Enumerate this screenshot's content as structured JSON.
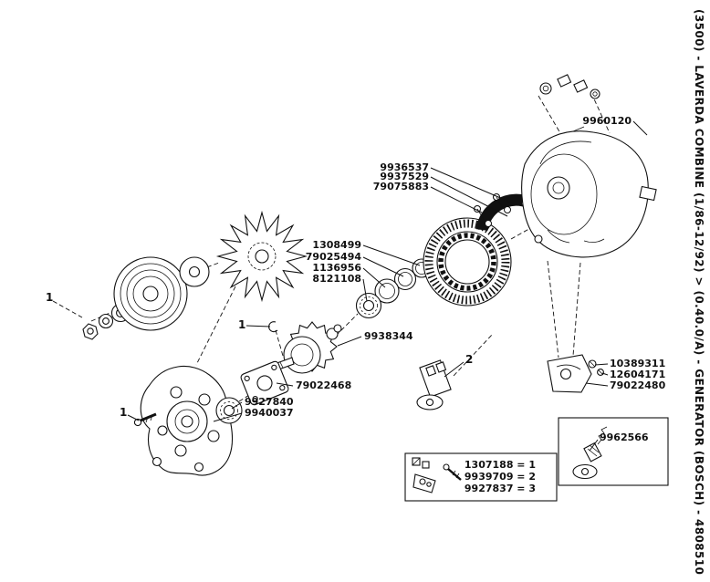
{
  "page": {
    "side_text": "(3500) - LAVERDA COMBINE (1/86-12/92) > (0.40.0/A) - GENERATOR (BOSCH) - 4808510"
  },
  "callouts": {
    "n9960120": "9960120",
    "n9936537": "9936537",
    "n9937529": "9937529",
    "n79075883": "79075883",
    "n1308499": "1308499",
    "n79025494": "79025494",
    "n1136956": "1136956",
    "n8121108": "8121108",
    "n9938344": "9938344",
    "n79022468": "79022468",
    "n9927840": "9927840",
    "n9940037": "9940037",
    "n10389311": "10389311",
    "n12604171": "12604171",
    "n79022480": "79022480",
    "n9962566": "9962566"
  },
  "refs": {
    "r1": "1",
    "r2": "2"
  },
  "legend": {
    "rows": [
      {
        "text": "1307188 = 1"
      },
      {
        "text": "9939709 = 2"
      },
      {
        "text": "9927837 = 3"
      }
    ]
  },
  "colors": {
    "ink": "#111111",
    "paper": "#ffffff"
  }
}
